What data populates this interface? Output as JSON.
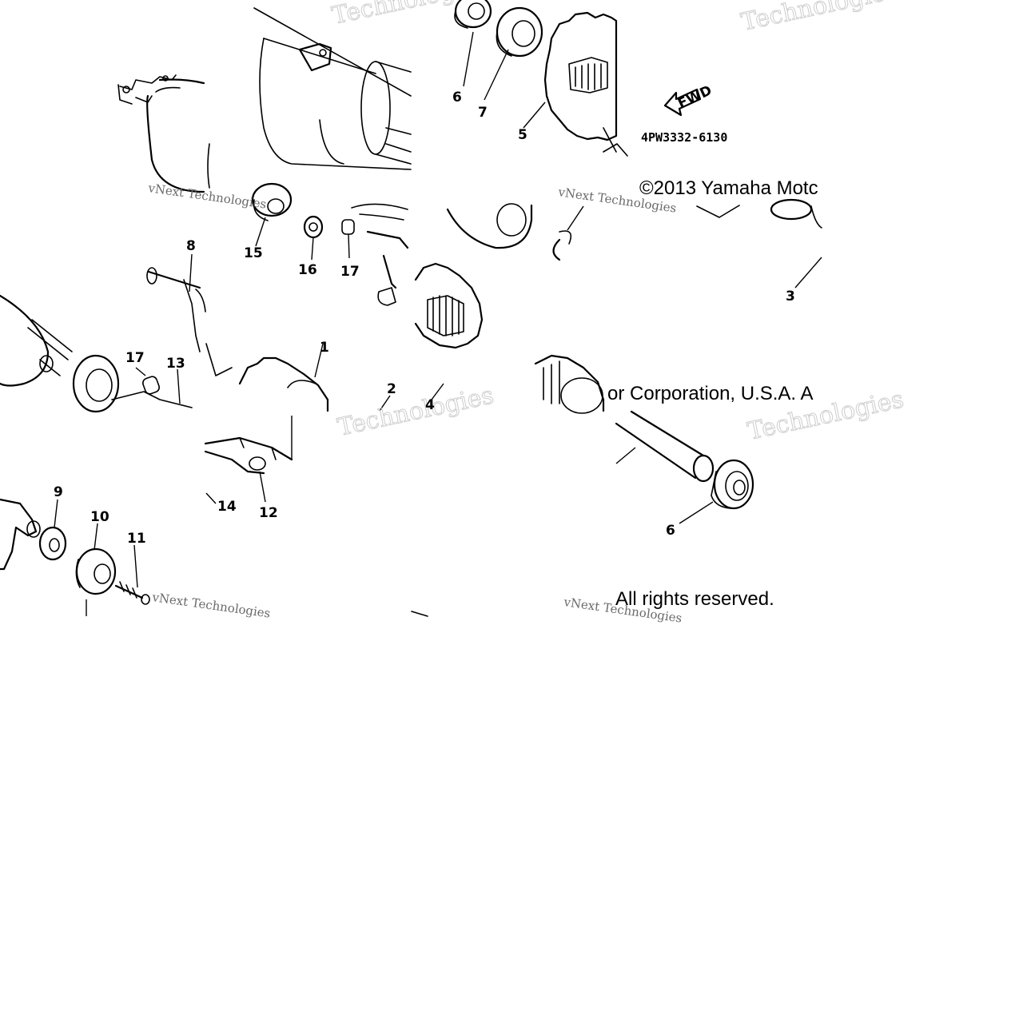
{
  "diagram": {
    "part_number": "4PW3332-6130",
    "fwd_label": "FWD",
    "copyright": {
      "line1": "©2013 Yamaha Motc",
      "line2": "or Corporation, U.S.A. A",
      "line3": "All rights reserved."
    },
    "watermarks": {
      "technologies": "Technologies",
      "vnext": "vNext Technologies"
    },
    "callouts": [
      {
        "id": "c6a",
        "label": "6"
      },
      {
        "id": "c7",
        "label": "7"
      },
      {
        "id": "c5",
        "label": "5"
      },
      {
        "id": "c8",
        "label": "8"
      },
      {
        "id": "c15",
        "label": "15"
      },
      {
        "id": "c16",
        "label": "16"
      },
      {
        "id": "c17a",
        "label": "17"
      },
      {
        "id": "c17b",
        "label": "17"
      },
      {
        "id": "c13",
        "label": "13"
      },
      {
        "id": "c1",
        "label": "1"
      },
      {
        "id": "c2",
        "label": "2"
      },
      {
        "id": "c3",
        "label": "3"
      },
      {
        "id": "c4",
        "label": "4"
      },
      {
        "id": "c9",
        "label": "9"
      },
      {
        "id": "c10",
        "label": "10"
      },
      {
        "id": "c11",
        "label": "11"
      },
      {
        "id": "c12",
        "label": "12"
      },
      {
        "id": "c14",
        "label": "14"
      },
      {
        "id": "c6b",
        "label": "6"
      }
    ]
  }
}
